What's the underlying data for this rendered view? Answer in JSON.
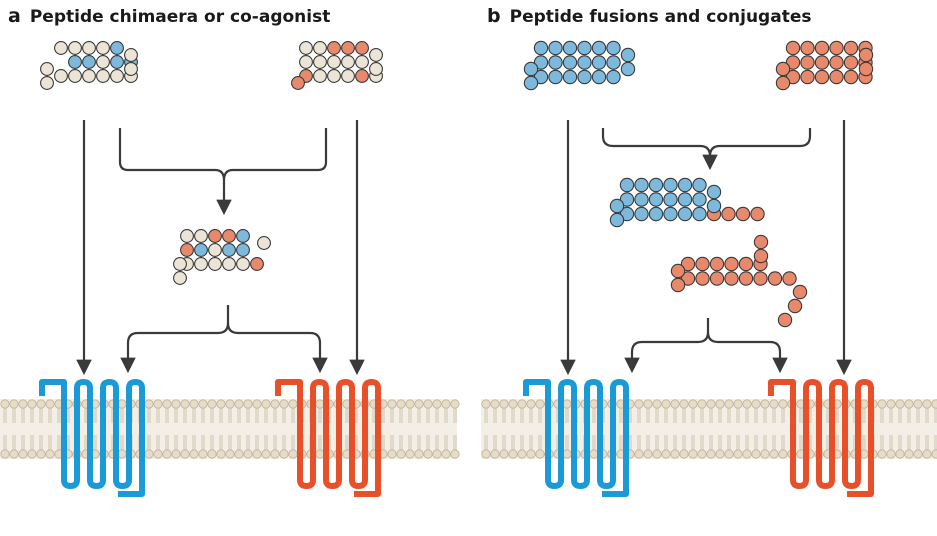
{
  "panels": [
    {
      "letter": "a",
      "title": "Peptide chimaera or co-agonist"
    },
    {
      "letter": "b",
      "title": "Peptide fusions and conjugates"
    }
  ],
  "colors": {
    "blue_bead": "#7db9dc",
    "red_bead": "#e8896b",
    "beige_bead": "#ece4d6",
    "bead_stroke": "#3a3a3a",
    "blue_receptor": "#1a9ad6",
    "red_receptor": "#e8502a",
    "membrane_bg": "#f3efe6",
    "lipid_head": "#e6dcc8",
    "arrow": "#3a3a3a"
  },
  "icons": [
    "peptide-chain-icon",
    "receptor-icon",
    "lipid-bilayer-icon",
    "arrow-icon"
  ]
}
